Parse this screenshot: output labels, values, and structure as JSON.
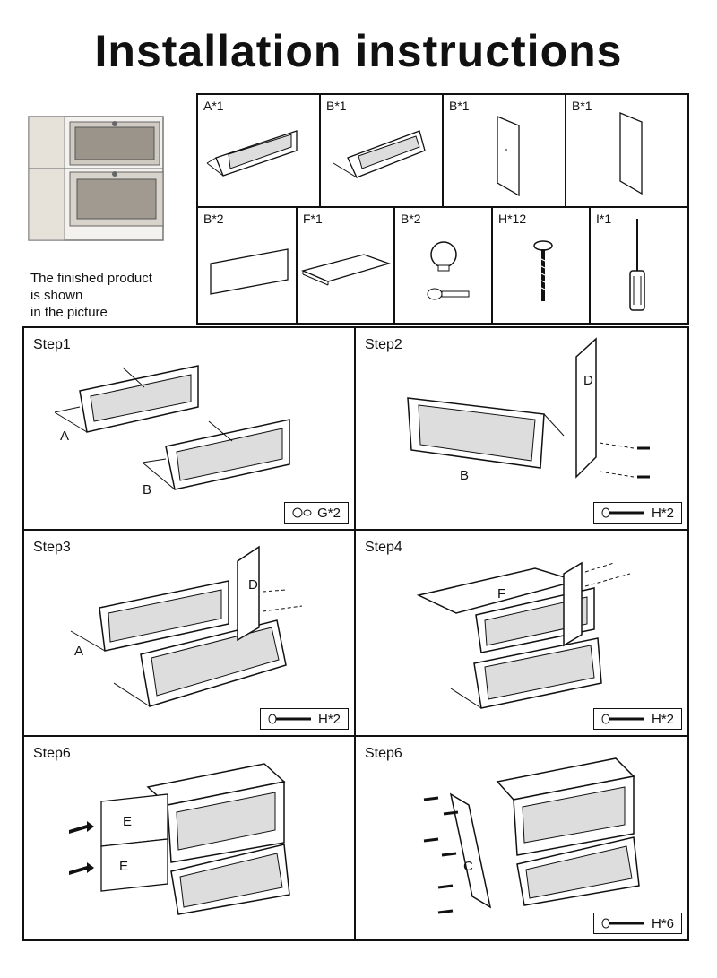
{
  "title": "Installation instructions",
  "finished_text": [
    "The finished product",
    "is shown",
    "in the picture"
  ],
  "parts": [
    {
      "label": "A*1",
      "icon": "drawer-panel-icon"
    },
    {
      "label": "B*1",
      "icon": "drawer-panel-icon"
    },
    {
      "label": "B*1",
      "icon": "side-panel-icon"
    },
    {
      "label": "B*1",
      "icon": "side-panel-icon"
    },
    {
      "label": "B*2",
      "icon": "back-panel-icon"
    },
    {
      "label": "F*1",
      "icon": "top-panel-icon"
    },
    {
      "label": "B*2",
      "icon": "knob-screw-icon"
    },
    {
      "label": "H*12",
      "icon": "screw-icon"
    },
    {
      "label": "I*1",
      "icon": "screwdriver-icon"
    }
  ],
  "steps": [
    {
      "label": "Step1",
      "part_letters": [
        "A",
        "B"
      ],
      "badge": "G*2",
      "badge_icon": "knob-icon"
    },
    {
      "label": "Step2",
      "part_letters": [
        "D",
        "B"
      ],
      "badge": "H*2",
      "badge_icon": "screw-icon"
    },
    {
      "label": "Step3",
      "part_letters": [
        "D",
        "A"
      ],
      "badge": "H*2",
      "badge_icon": "screw-icon"
    },
    {
      "label": "Step4",
      "part_letters": [
        "F"
      ],
      "badge": "H*2",
      "badge_icon": "screw-icon"
    },
    {
      "label": "Step6",
      "part_letters": [
        "E",
        "E"
      ],
      "badge": "",
      "badge_icon": ""
    },
    {
      "label": "Step6",
      "part_letters": [
        "C"
      ],
      "badge": "H*6",
      "badge_icon": "screw-icon"
    }
  ]
}
